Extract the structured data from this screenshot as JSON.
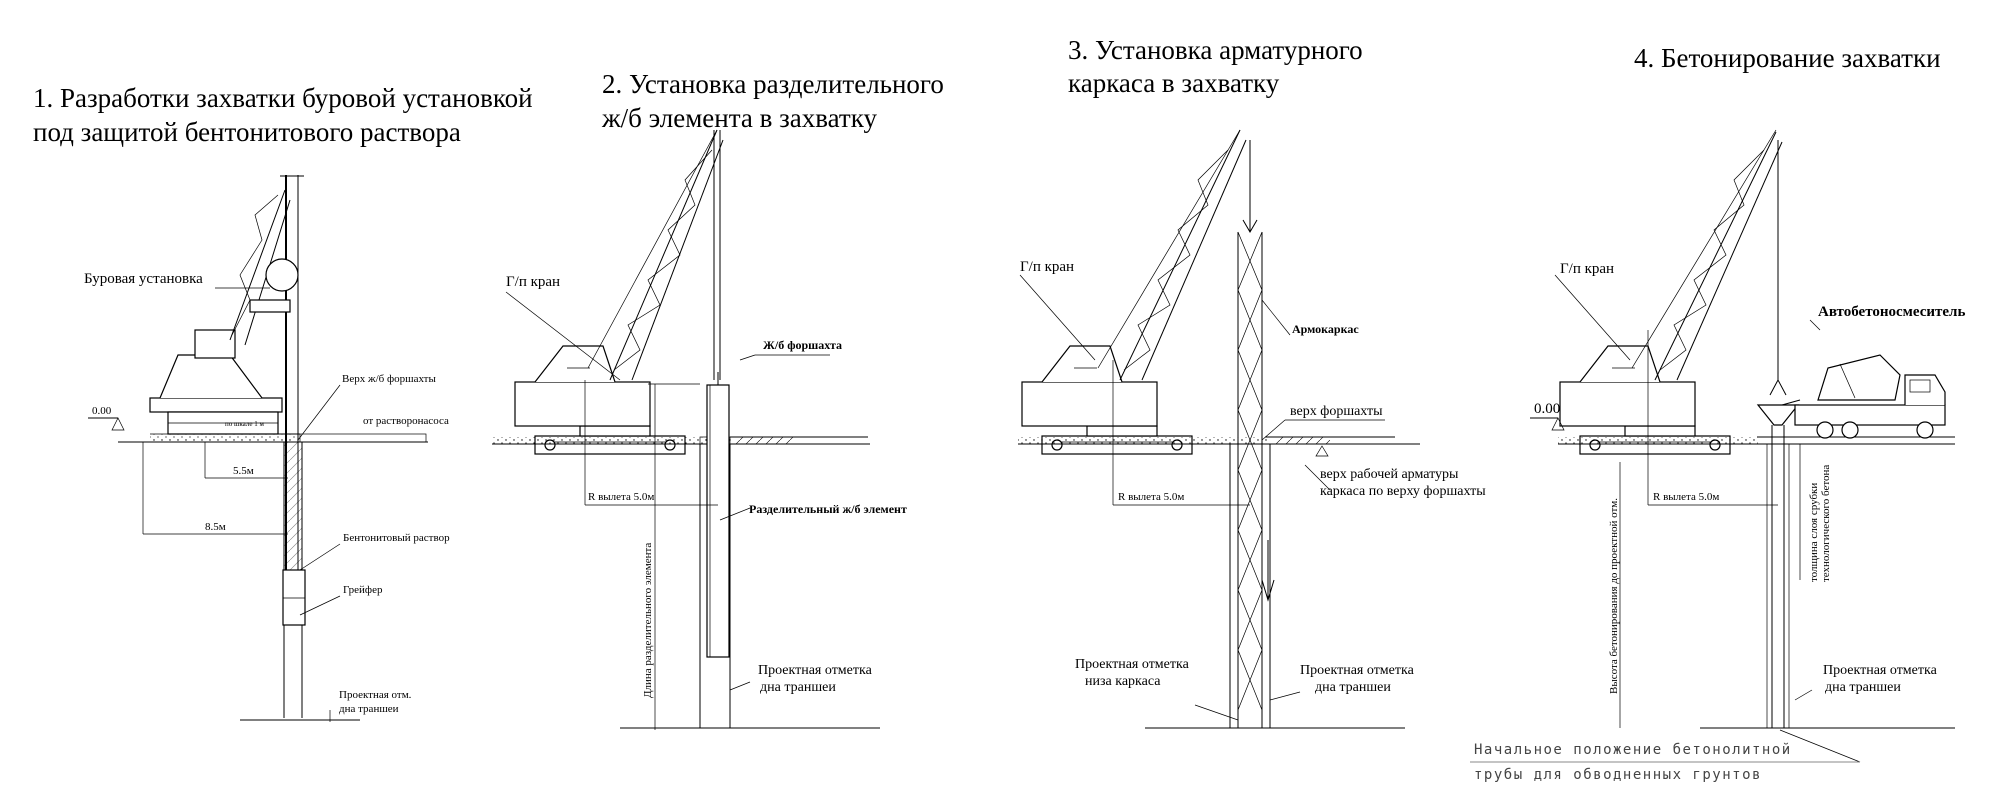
{
  "stages": [
    {
      "title_lines": [
        "1. Разработки захватки буровой установкой",
        "под защитой бентонитового раствора"
      ],
      "labels": {
        "rig": "Буровая установка",
        "level": "0.00",
        "guide_top": "Верх ж/б форшахты",
        "small_note": "по шкале 1 м",
        "pump": "от растворонасоса",
        "dim1": "5.5м",
        "dim2": "8.5м",
        "bentonite": "Бентонитовый раствор",
        "grab": "Грейфер",
        "design_line1": "Проектная отм.",
        "design_line2": "дна траншеи"
      }
    },
    {
      "title_lines": [
        "2. Установка разделительного",
        " ж/б элемента в захватку"
      ],
      "labels": {
        "crane": "Г/п кран",
        "guide": "Ж/б форшахта",
        "radius": "R вылета 5.0м",
        "element": "Разделительный ж/б элемент",
        "length": "Длина разделительного элемента",
        "design_line1": "Проектная отметка",
        "design_line2": "дна траншеи"
      }
    },
    {
      "title_lines": [
        "3. Установка арматурного",
        "каркаса в захватку"
      ],
      "labels": {
        "crane": "Г/п кран",
        "cage": "Армокаркас",
        "guide_top": "верх форшахты",
        "rebar_line1": "верх рабочей арматуры",
        "rebar_line2": "каркаса по верху форшахты",
        "radius": "R вылета 5.0м",
        "cage_bottom_line1": "Проектная отметка",
        "cage_bottom_line2": "низа каркаса",
        "design_line1": "Проектная отметка",
        "design_line2": "дна траншеи"
      }
    },
    {
      "title_lines": [
        "4. Бетонирование захватки"
      ],
      "labels": {
        "crane": "Г/п кран",
        "mixer": "Автобетоносмеситель",
        "level": "0.00",
        "height": "Высота бетонирования до проектной отм.",
        "radius": "R вылета 5.0м",
        "trim_line1": "толщина слоя срубки",
        "trim_line2": "технологического бетона",
        "design_line1": "Проектная отметка",
        "design_line2": "дна траншеи"
      }
    }
  ],
  "note_lines": [
    "Начальное положение бетонолитной",
    "трубы для  обводненных грунтов"
  ]
}
